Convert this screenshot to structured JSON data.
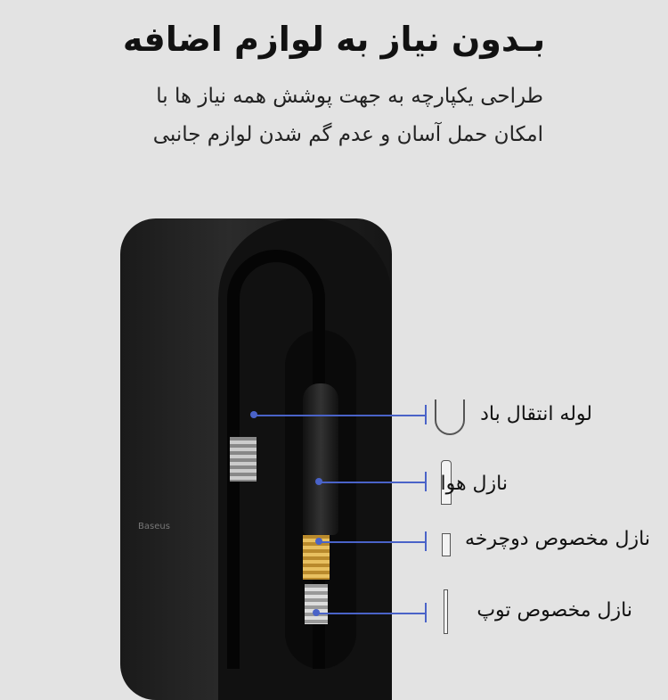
{
  "title": "بـدون نیاز به لوازم اضافه",
  "subtitle": [
    "طراحی یکپارچه به جهت پوشش همه نیاز ها با",
    "امکان حمل آسان و عدم گم شدن لوازم جانبی"
  ],
  "device_brand": "Baseus",
  "accessories": [
    {
      "label": "لوله انتقال باد",
      "icon": "air-hose-icon"
    },
    {
      "label": "نازل هوا",
      "icon": "air-nozzle-icon"
    },
    {
      "label": "نازل مخصوص دوچرخه",
      "icon": "bike-nozzle-icon"
    },
    {
      "label": "نازل مخصوص توپ",
      "icon": "ball-needle-icon"
    }
  ],
  "colors": {
    "accent": "#4a63c8",
    "background": "#e3e3e3"
  }
}
